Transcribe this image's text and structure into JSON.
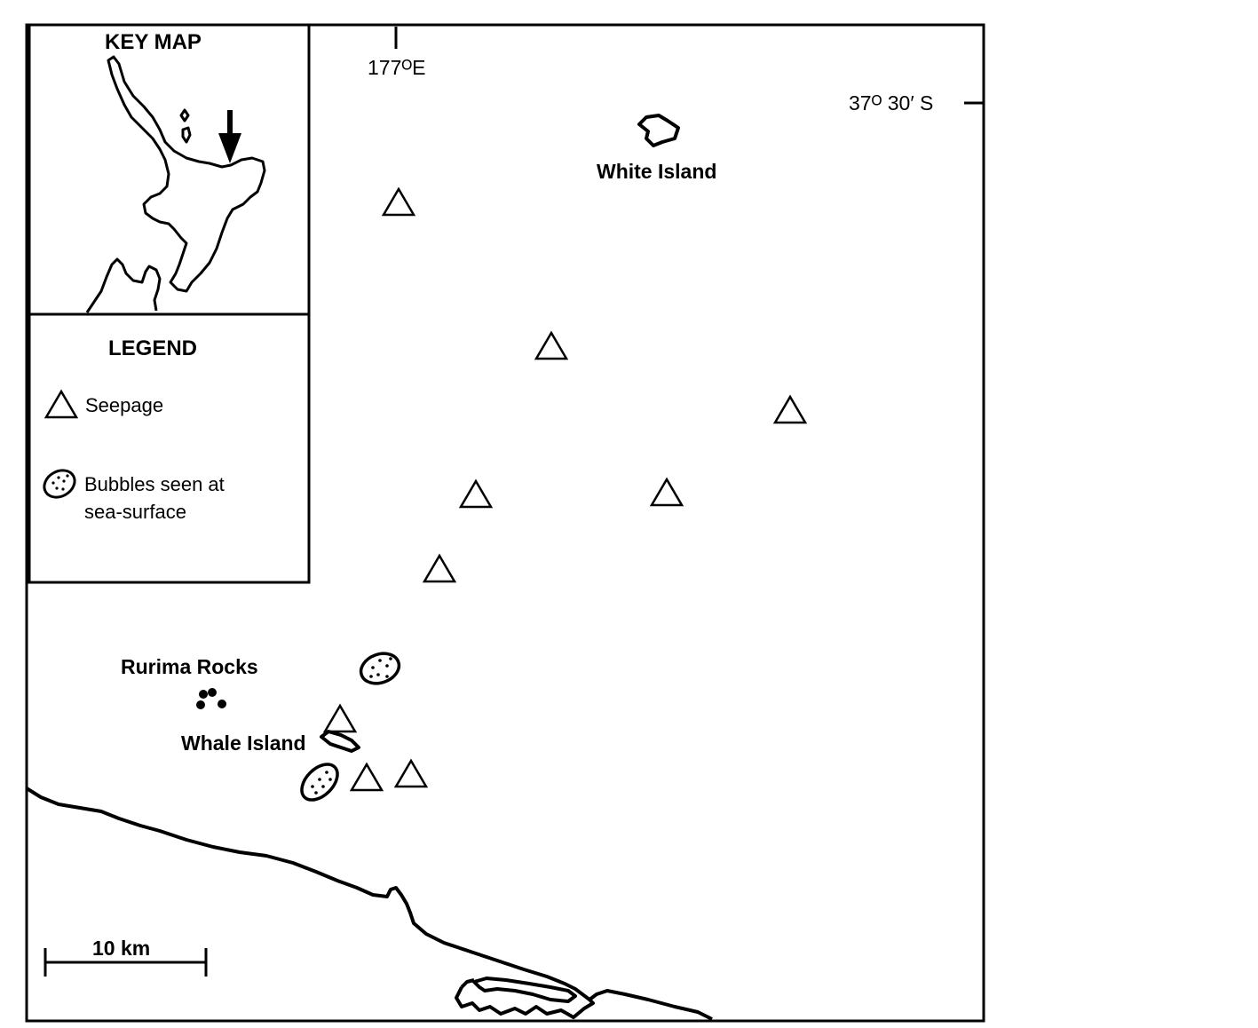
{
  "key_map": {
    "title": "KEY MAP"
  },
  "legend": {
    "title": "LEGEND",
    "seepage_label": "Seepage",
    "bubbles_label_line1": "Bubbles seen at",
    "bubbles_label_line2": "sea-surface"
  },
  "graticule": {
    "longitude_label": "177ᴼE",
    "latitude_label": "37ᴼ 30′ S"
  },
  "places": {
    "white_island": "White Island",
    "rurima_rocks": "Rurima Rocks",
    "whale_island": "Whale Island"
  },
  "scale_bar": {
    "label": "10 km"
  },
  "symbols": {
    "seepage_icon": "triangle-outline",
    "bubbles_icon": "dotted-ellipse"
  },
  "colors": {
    "ink": "#000000",
    "paper": "#ffffff"
  }
}
